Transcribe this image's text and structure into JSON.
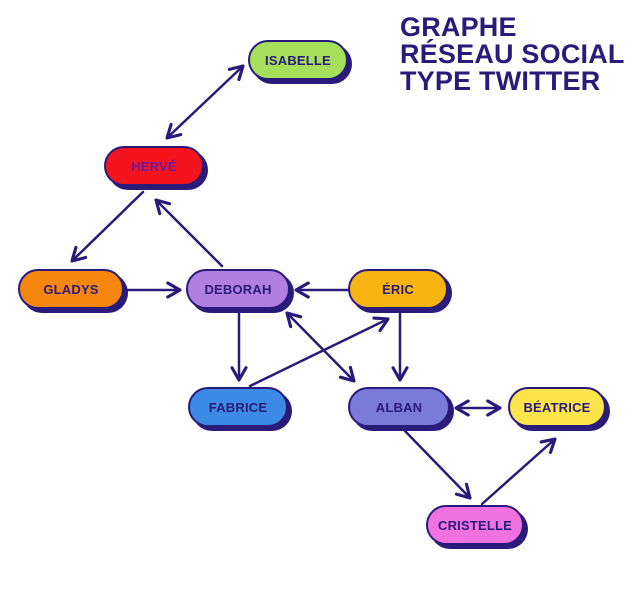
{
  "title": {
    "line1": "GRAPHE",
    "line2": "RÉSEAU SOCIAL",
    "line3": "TYPE TWITTER",
    "color": "#2a1a7a"
  },
  "nodes": {
    "isabelle": {
      "label": "ISABELLE",
      "color": "#a6e05a"
    },
    "herve": {
      "label": "HERVÉ",
      "color": "#f5141e"
    },
    "gladys": {
      "label": "GLADYS",
      "color": "#f5860f"
    },
    "deborah": {
      "label": "DEBORAH",
      "color": "#b07fe0"
    },
    "eric": {
      "label": "ÉRIC",
      "color": "#f8b412"
    },
    "fabrice": {
      "label": "FABRICE",
      "color": "#3a8ae6"
    },
    "alban": {
      "label": "ALBAN",
      "color": "#7a7ad8"
    },
    "beatrice": {
      "label": "BÉATRICE",
      "color": "#fbe54a"
    },
    "cristelle": {
      "label": "CRISTELLE",
      "color": "#f072e0"
    }
  },
  "edges": [
    {
      "from": "HERVÉ",
      "to": "ISABELLE",
      "bidirectional": true
    },
    {
      "from": "HERVÉ",
      "to": "GLADYS",
      "bidirectional": false
    },
    {
      "from": "DEBORAH",
      "to": "HERVÉ",
      "bidirectional": false
    },
    {
      "from": "GLADYS",
      "to": "DEBORAH",
      "bidirectional": false
    },
    {
      "from": "ÉRIC",
      "to": "DEBORAH",
      "bidirectional": false
    },
    {
      "from": "DEBORAH",
      "to": "FABRICE",
      "bidirectional": false
    },
    {
      "from": "DEBORAH",
      "to": "ALBAN",
      "bidirectional": true
    },
    {
      "from": "FABRICE",
      "to": "ÉRIC",
      "bidirectional": false
    },
    {
      "from": "ÉRIC",
      "to": "ALBAN",
      "bidirectional": false
    },
    {
      "from": "ALBAN",
      "to": "BÉATRICE",
      "bidirectional": true
    },
    {
      "from": "ALBAN",
      "to": "CRISTELLE",
      "bidirectional": false
    },
    {
      "from": "CRISTELLE",
      "to": "BÉATRICE",
      "bidirectional": false
    }
  ],
  "edge_color": "#2a1a7a"
}
